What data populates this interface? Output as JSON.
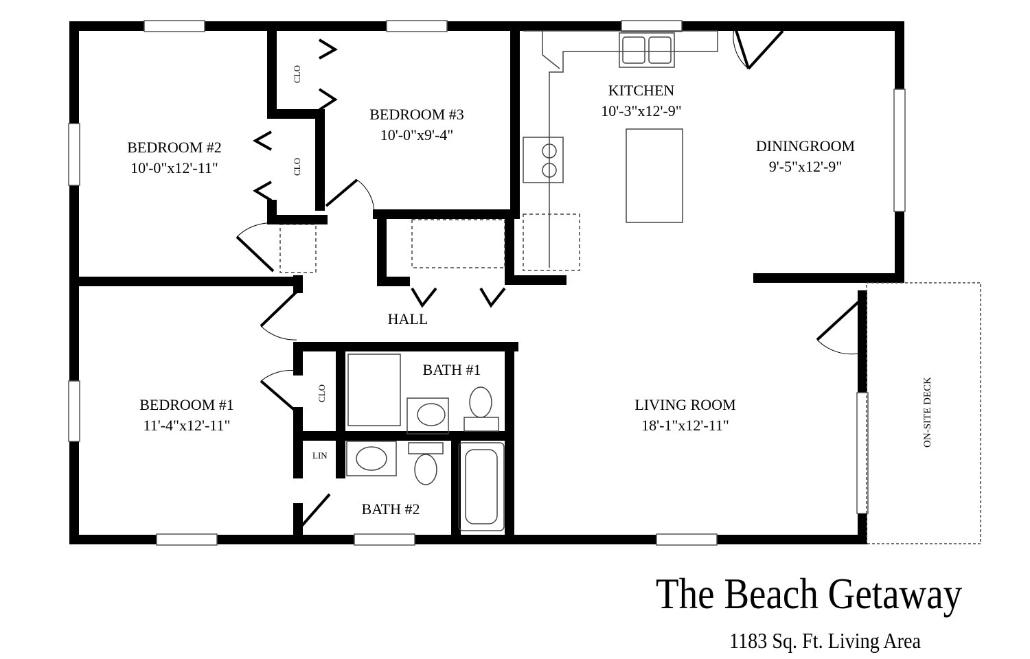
{
  "rooms": {
    "bedroom2": {
      "name": "BEDROOM #2",
      "size": "10'-0\"x12'-11\""
    },
    "bedroom3": {
      "name": "BEDROOM #3",
      "size": "10'-0\"x9'-4\""
    },
    "kitchen": {
      "name": "KITCHEN",
      "size": "10'-3\"x12'-9\""
    },
    "dining": {
      "name": "DININGROOM",
      "size": "9'-5\"x12'-9\""
    },
    "hall": {
      "name": "HALL"
    },
    "bath1": {
      "name": "BATH #1"
    },
    "bath2": {
      "name": "BATH #2"
    },
    "bedroom1": {
      "name": "BEDROOM #1",
      "size": "11'-4\"x12'-11\""
    },
    "living": {
      "name": "LIVING ROOM",
      "size": "18'-1\"x12'-11\""
    },
    "deck": {
      "name": "ON-SITE DECK"
    }
  },
  "closets": {
    "clo": "CLO",
    "lin": "LIN"
  },
  "title": "The Beach Getaway",
  "subtitle": "1183 Sq. Ft. Living Area"
}
